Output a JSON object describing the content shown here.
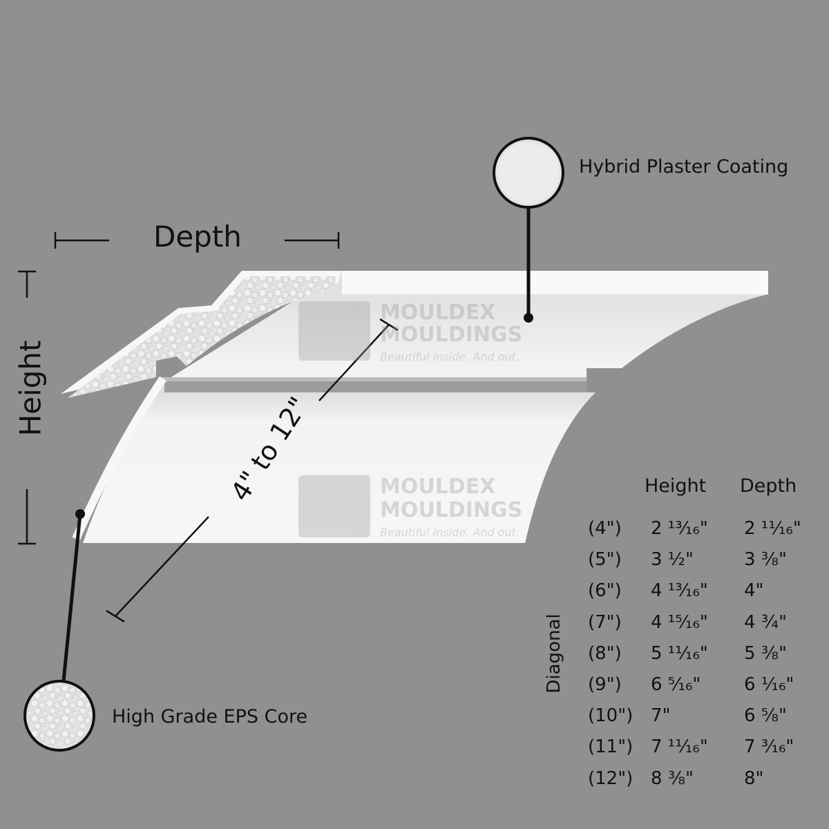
{
  "labels": {
    "depth": "Depth",
    "height": "Height",
    "diagonal_range": "4\" to 12\"",
    "coating": "Hybrid Plaster Coating",
    "core": "High Grade EPS Core",
    "watermark_brand": "MOULDEX",
    "watermark_sub": "MOULDINGS",
    "watermark_tagline": "Beautiful inside. And out."
  },
  "table": {
    "row_axis_label": "Diagonal",
    "columns": [
      "Height",
      "Depth"
    ],
    "rows": [
      {
        "diagonal": "(4\")",
        "height": "2 ¹³⁄₁₆\"",
        "depth": "2 ¹¹⁄₁₆\""
      },
      {
        "diagonal": "(5\")",
        "height": "3 ½\"",
        "depth": "3 ⅜\""
      },
      {
        "diagonal": "(6\")",
        "height": "4 ¹³⁄₁₆\"",
        "depth": "4\""
      },
      {
        "diagonal": "(7\")",
        "height": "4 ¹⁵⁄₁₆\"",
        "depth": "4 ¾\""
      },
      {
        "diagonal": "(8\")",
        "height": "5 ¹¹⁄₁₆\"",
        "depth": "5 ⅜\""
      },
      {
        "diagonal": "(9\")",
        "height": "6 ⁵⁄₁₆\"",
        "depth": "6 ¹⁄₁₆\""
      },
      {
        "diagonal": "(10\")",
        "height": "7\"",
        "depth": "6 ⅝\""
      },
      {
        "diagonal": "(11\")",
        "height": "7 ¹¹⁄₁₆\"",
        "depth": "7 ³⁄₁₆\""
      },
      {
        "diagonal": "(12\")",
        "height": "8 ⅜\"",
        "depth": "8\""
      }
    ]
  },
  "colors": {
    "background": "#8f918e",
    "moulding": "#f5f5f5",
    "foam": "#e6e6e6",
    "line": "#111111"
  }
}
